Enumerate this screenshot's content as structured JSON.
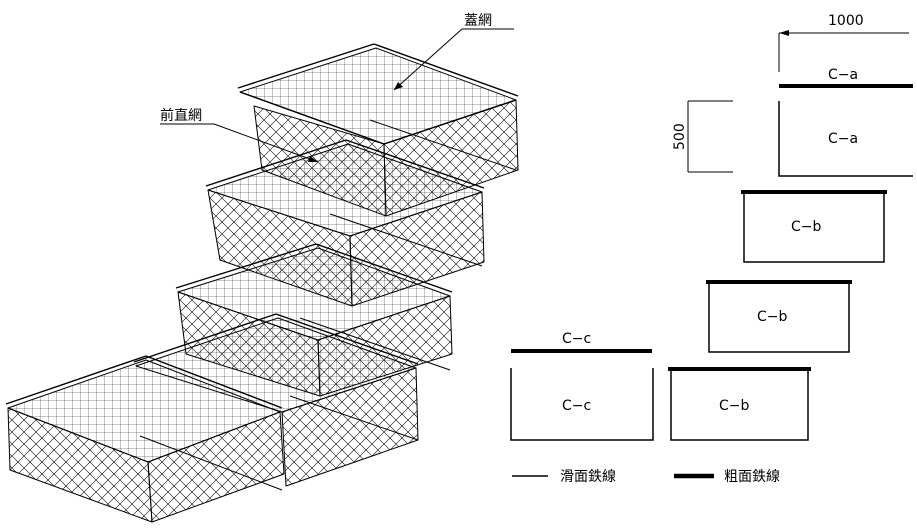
{
  "labels": {
    "lid_net": "蓋網",
    "front_net": "前直網"
  },
  "dimensions": {
    "width": "1000",
    "height": "500"
  },
  "panels": {
    "ca_top": "C−a",
    "ca_box": "C−a",
    "cb_1": "C−b",
    "cb_2": "C−b",
    "cb_3": "C−b",
    "cc_top": "C−c",
    "cc_box": "C−c"
  },
  "legend": {
    "smooth": "滑面鉄線",
    "rough": "粗面鉄線"
  }
}
